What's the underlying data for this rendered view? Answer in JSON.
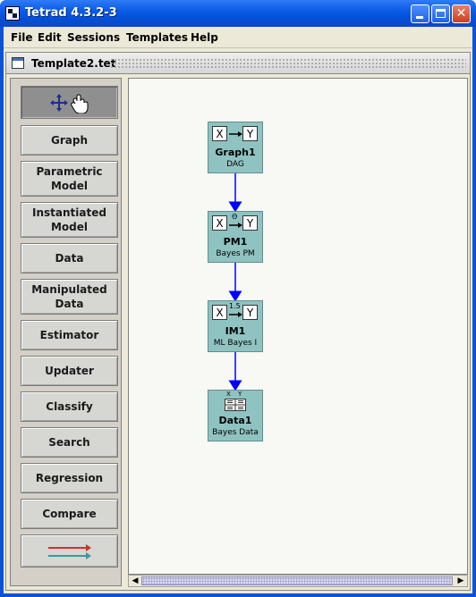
{
  "window": {
    "title": "Tetrad 4.3.2-3"
  },
  "menu": [
    "File",
    "Edit",
    "Sessions",
    "Templates",
    "Help"
  ],
  "internal_frame": {
    "title": "Template2.tet"
  },
  "toolbar": {
    "buttons": [
      {
        "label": "",
        "icon": "select-move-icon",
        "selected": true
      },
      {
        "label": "Graph"
      },
      {
        "label": "Parametric\nModel"
      },
      {
        "label": "Instantiated\nModel"
      },
      {
        "label": "Data"
      },
      {
        "label": "Manipulated\nData"
      },
      {
        "label": "Estimator"
      },
      {
        "label": "Updater"
      },
      {
        "label": "Classify"
      },
      {
        "label": "Search"
      },
      {
        "label": "Regression"
      },
      {
        "label": "Compare"
      },
      {
        "label": "",
        "icon": "edge-arrows-icon"
      }
    ]
  },
  "nodes": [
    {
      "title": "Graph1",
      "subtitle": "DAG",
      "glyph": "X→Y",
      "x_label": "X",
      "y_label": "Y"
    },
    {
      "title": "PM1",
      "subtitle": "Bayes PM",
      "glyph": "X→Y",
      "x_label": "X",
      "y_label": "Y",
      "arrow_mark": "Θ"
    },
    {
      "title": "IM1",
      "subtitle": "ML Bayes I",
      "glyph": "X→Y",
      "x_label": "X",
      "y_label": "Y",
      "arrow_mark": "1.5"
    },
    {
      "title": "Data1",
      "subtitle": "Bayes Data",
      "glyph": "data-table-icon",
      "x_label": "X",
      "y_label": "Y"
    }
  ],
  "colors": {
    "titlebar": "#0a5ce6",
    "node_fill": "#8fc3c1",
    "edge": "#0000ff",
    "red_arrow": "#cc3333",
    "teal_arrow": "#3a9a9a"
  }
}
